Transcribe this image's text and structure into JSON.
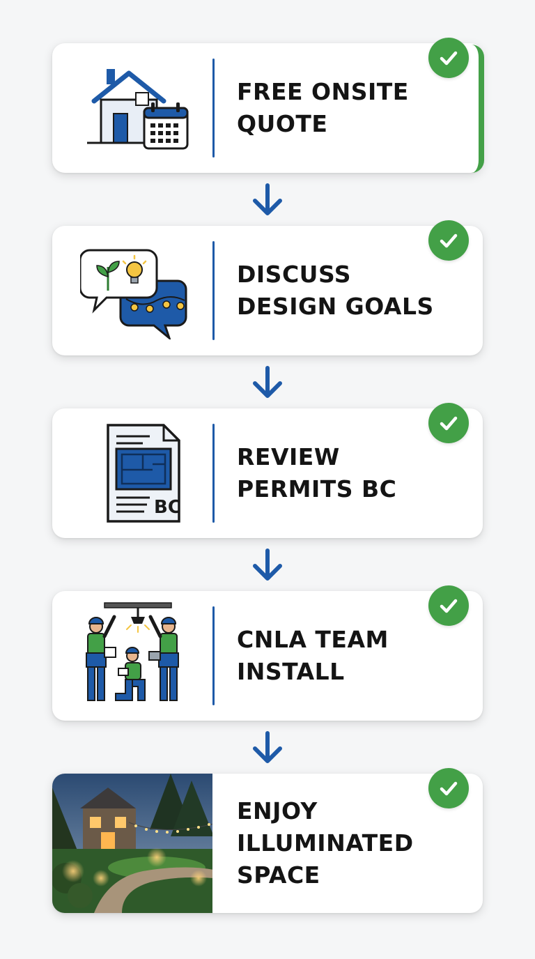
{
  "colors": {
    "accent_blue": "#1e5aa8",
    "check_green": "#43a047",
    "text": "#141414",
    "card_bg": "#ffffff"
  },
  "steps": [
    {
      "label": "FREE ONSITE\nQUOTE",
      "icon": "house-calendar-icon",
      "completed": true
    },
    {
      "label": "DISCUSS\nDESIGN GOALS",
      "icon": "chat-bubbles-icon",
      "completed": true
    },
    {
      "label": "REVIEW\nPERMITS BC",
      "icon": "blueprint-document-icon",
      "completed": true,
      "icon_text": "BC"
    },
    {
      "label": "CNLA TEAM\nINSTALL",
      "icon": "installers-icon",
      "completed": true
    },
    {
      "label": "ENJOY\nILLUMINATED\nSPACE",
      "icon": "illuminated-garden-photo",
      "completed": true
    }
  ],
  "connectors": [
    "arrow-down-icon",
    "arrow-down-icon",
    "arrow-down-icon",
    "arrow-down-icon"
  ]
}
